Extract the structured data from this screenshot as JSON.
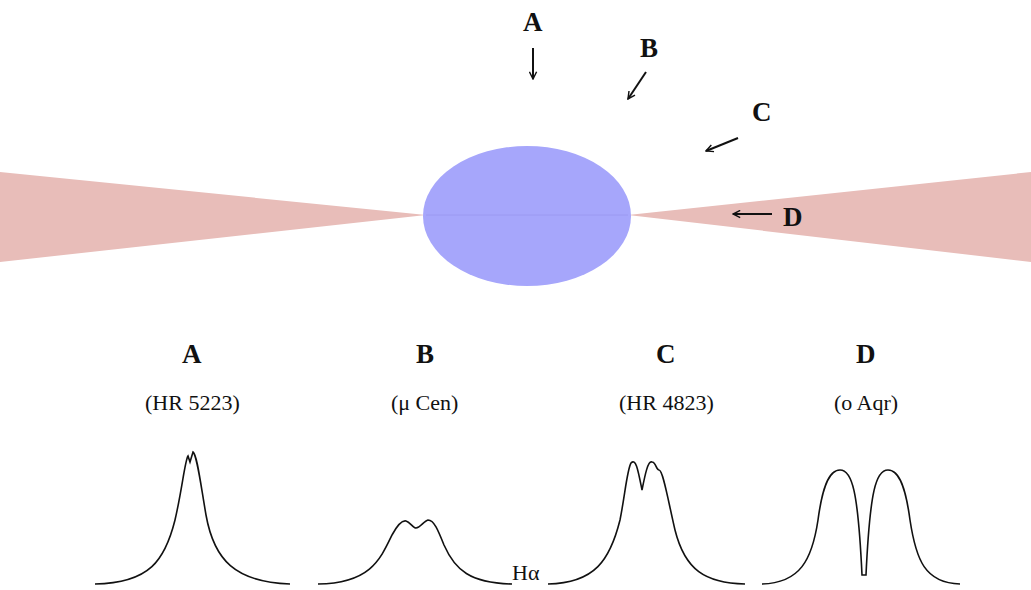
{
  "diagram": {
    "labels": [
      "A",
      "B",
      "C",
      "D",
      "A",
      "B",
      "C",
      "D",
      "(HR 5223)",
      "(μ Cen)",
      "(HR 4823)",
      "(o Aqr)",
      "Hα"
    ]
  }
}
